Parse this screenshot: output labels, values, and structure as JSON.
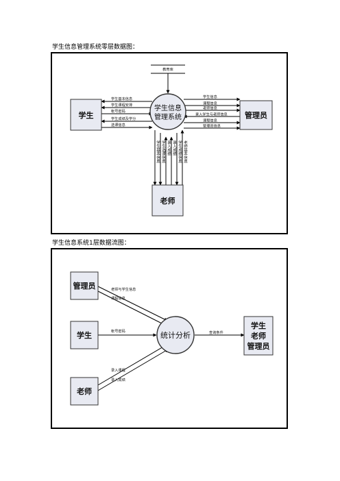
{
  "captions": {
    "zero": "学生信息管理系统零层数据图：",
    "one": "学生信息系统1层数据流图："
  },
  "diagram0": {
    "database": "教育库",
    "center": [
      "学生信息",
      "管理系统"
    ],
    "student": "学生",
    "admin": "管理员",
    "teacher": "老师",
    "left_flows": [
      "学生基本信息",
      "学生课程安排",
      "帐号密码",
      "学生成绩及学分",
      "选课信息"
    ],
    "right_flows": [
      "学生信息",
      "课程信息",
      "老师信息",
      "录入学生与老师信息",
      "课程信息",
      "管理员信息"
    ],
    "vertical_flows": [
      "学生基本信息",
      "学生选课信息",
      "录入成绩",
      "录入成绩",
      "学生成绩信息",
      "老师基本信息"
    ]
  },
  "diagram1": {
    "admin": "管理员",
    "student": "学生",
    "teacher": "老师",
    "center": "统计分析",
    "target": [
      "学生",
      "老师",
      "管理员"
    ],
    "admin_flows": [
      "老师与学生信息",
      "课程信息"
    ],
    "student_flow": "帐号密码",
    "teacher_flows": [
      "录入课程",
      "录入成绩"
    ],
    "output_flow": "查询条件"
  }
}
